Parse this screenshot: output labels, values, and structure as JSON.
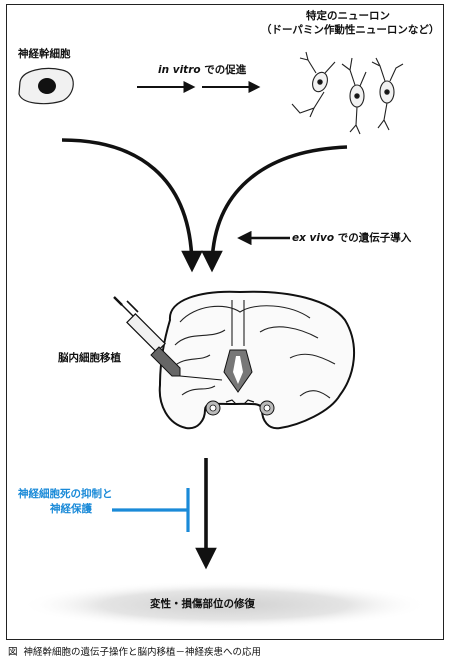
{
  "labels": {
    "stem_cell": "神経幹細胞",
    "in_vitro_italic": "in vitro",
    "in_vitro_rest": " での促進",
    "neuron_line1": "特定のニューロン",
    "neuron_line2": "（ドーパミン作動性ニューロンなど）",
    "ex_vivo_italic": "ex vivo",
    "ex_vivo_rest": " での遺伝子導入",
    "transplant": "脳内細胞移植",
    "protection_line1": "神経細胞死の抑制と",
    "protection_line2": "神経保護",
    "repair": "変性・損傷部位の修復"
  },
  "caption": {
    "fig": "図",
    "text": "神経幹細胞の遺伝子操作と脳内移植－神経疾患への応用"
  },
  "colors": {
    "ink": "#111111",
    "accent_blue": "#1a8ad8"
  }
}
